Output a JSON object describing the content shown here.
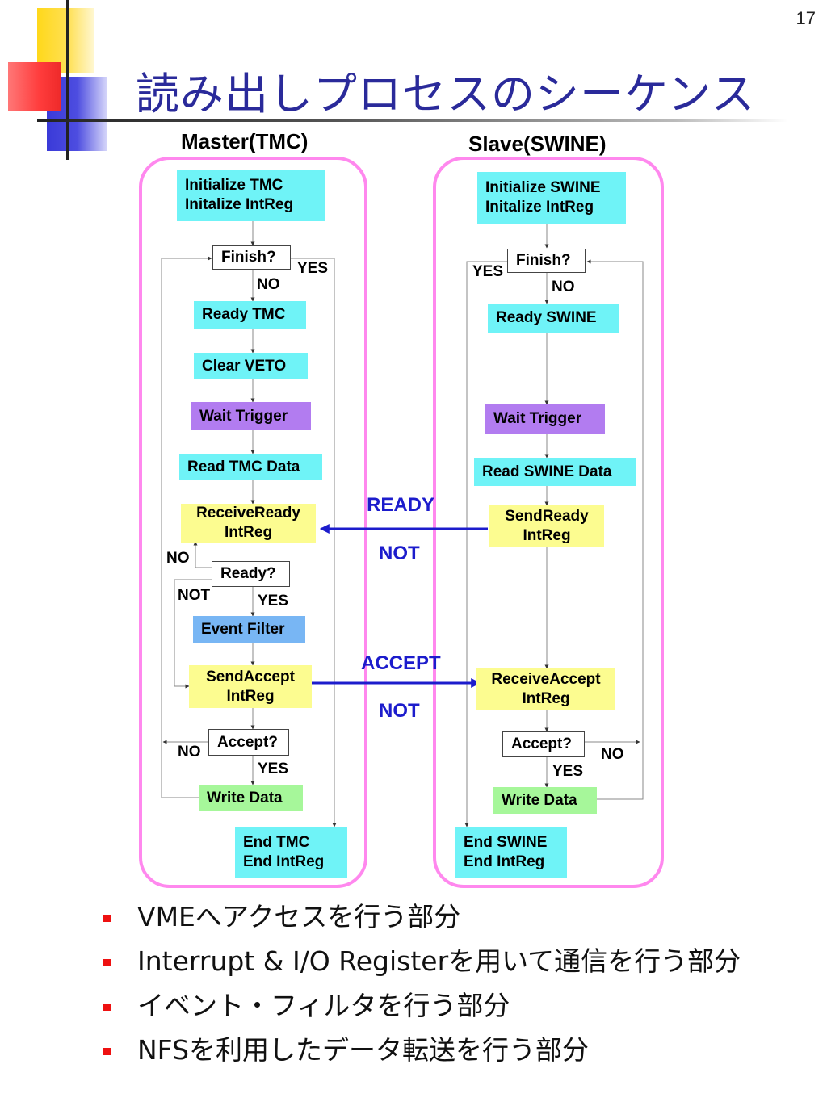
{
  "page_number": "17",
  "title": "読み出しプロセスのシーケンス",
  "columns": {
    "master": "Master(TMC)",
    "slave": "Slave(SWINE)"
  },
  "master": {
    "init": [
      "Initialize TMC",
      "Initalize IntReg"
    ],
    "finish": "Finish?",
    "finish_yes": "YES",
    "finish_no": "NO",
    "ready": "Ready TMC",
    "clear_veto": "Clear VETO",
    "wait_trigger": "Wait Trigger",
    "read_data": "Read TMC Data",
    "receive_ready": [
      "ReceiveReady",
      "IntReg"
    ],
    "ready_no": "NO",
    "ready_q": "Ready?",
    "ready_not": "NOT",
    "ready_yes": "YES",
    "event_filter": "Event Filter",
    "send_accept": [
      "SendAccept",
      "IntReg"
    ],
    "accept_no": "NO",
    "accept_q": "Accept?",
    "accept_yes": "YES",
    "write_data": "Write Data",
    "end": [
      "End TMC",
      "End IntReg"
    ]
  },
  "slave": {
    "init": [
      "Initialize SWINE",
      "Initalize IntReg"
    ],
    "finish_yes": "YES",
    "finish": "Finish?",
    "finish_no": "NO",
    "ready": "Ready SWINE",
    "wait_trigger": "Wait Trigger",
    "read_data": "Read SWINE Data",
    "send_ready": [
      "SendReady",
      "IntReg"
    ],
    "receive_accept": [
      "ReceiveAccept",
      "IntReg"
    ],
    "accept_q": "Accept?",
    "accept_no": "NO",
    "accept_yes": "YES",
    "write_data": "Write Data",
    "end": [
      "End SWINE",
      "End IntReg"
    ]
  },
  "signals": {
    "ready": "READY",
    "ready_not": "NOT",
    "accept": "ACCEPT",
    "accept_not": "NOT"
  },
  "bullets": [
    "VMEへアクセスを行う部分",
    "Interrupt & I/O Registerを用いて通信を行う部分",
    "イベント・フィルタを行う部分",
    "NFSを利用したデータ転送を行う部分"
  ],
  "colors": {
    "title": "#2a2a9a",
    "frame": "#ff88ee",
    "arrow": "#1c1ccc",
    "bullet": "#ee1111"
  }
}
